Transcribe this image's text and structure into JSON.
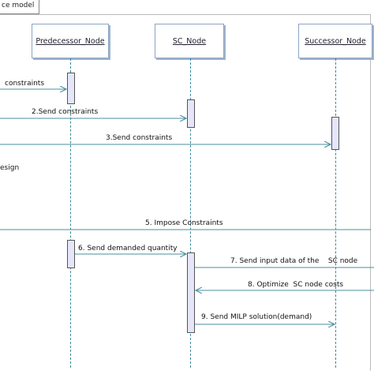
{
  "frame": {
    "title": "ce model"
  },
  "participants": [
    {
      "id": "predecessor",
      "name": "Predecessor_Node"
    },
    {
      "id": "sc",
      "name": "SC_Node"
    },
    {
      "id": "successor",
      "name": "Successor_Node"
    }
  ],
  "fragment": {
    "label": "esign"
  },
  "messages": [
    {
      "id": "m1",
      "label": "constraints"
    },
    {
      "id": "m2",
      "label": "2.Send constraints"
    },
    {
      "id": "m3",
      "label": "3.Send constraints"
    },
    {
      "id": "m5",
      "label": "5. Impose Constraints"
    },
    {
      "id": "m6",
      "label": "6. Send demanded quantity"
    },
    {
      "id": "m7",
      "label": "7. Send input data of the    SC node"
    },
    {
      "id": "m8",
      "label": "8. Optimize  SC node costs"
    },
    {
      "id": "m9",
      "label": "9. Send MILP solution(demand)"
    }
  ],
  "colors": {
    "lifeline": "#3a8a9a",
    "arrow": "#4a8fa0",
    "activation_fill": "#e6e6fb",
    "participant_border": "#8aa4c4"
  }
}
